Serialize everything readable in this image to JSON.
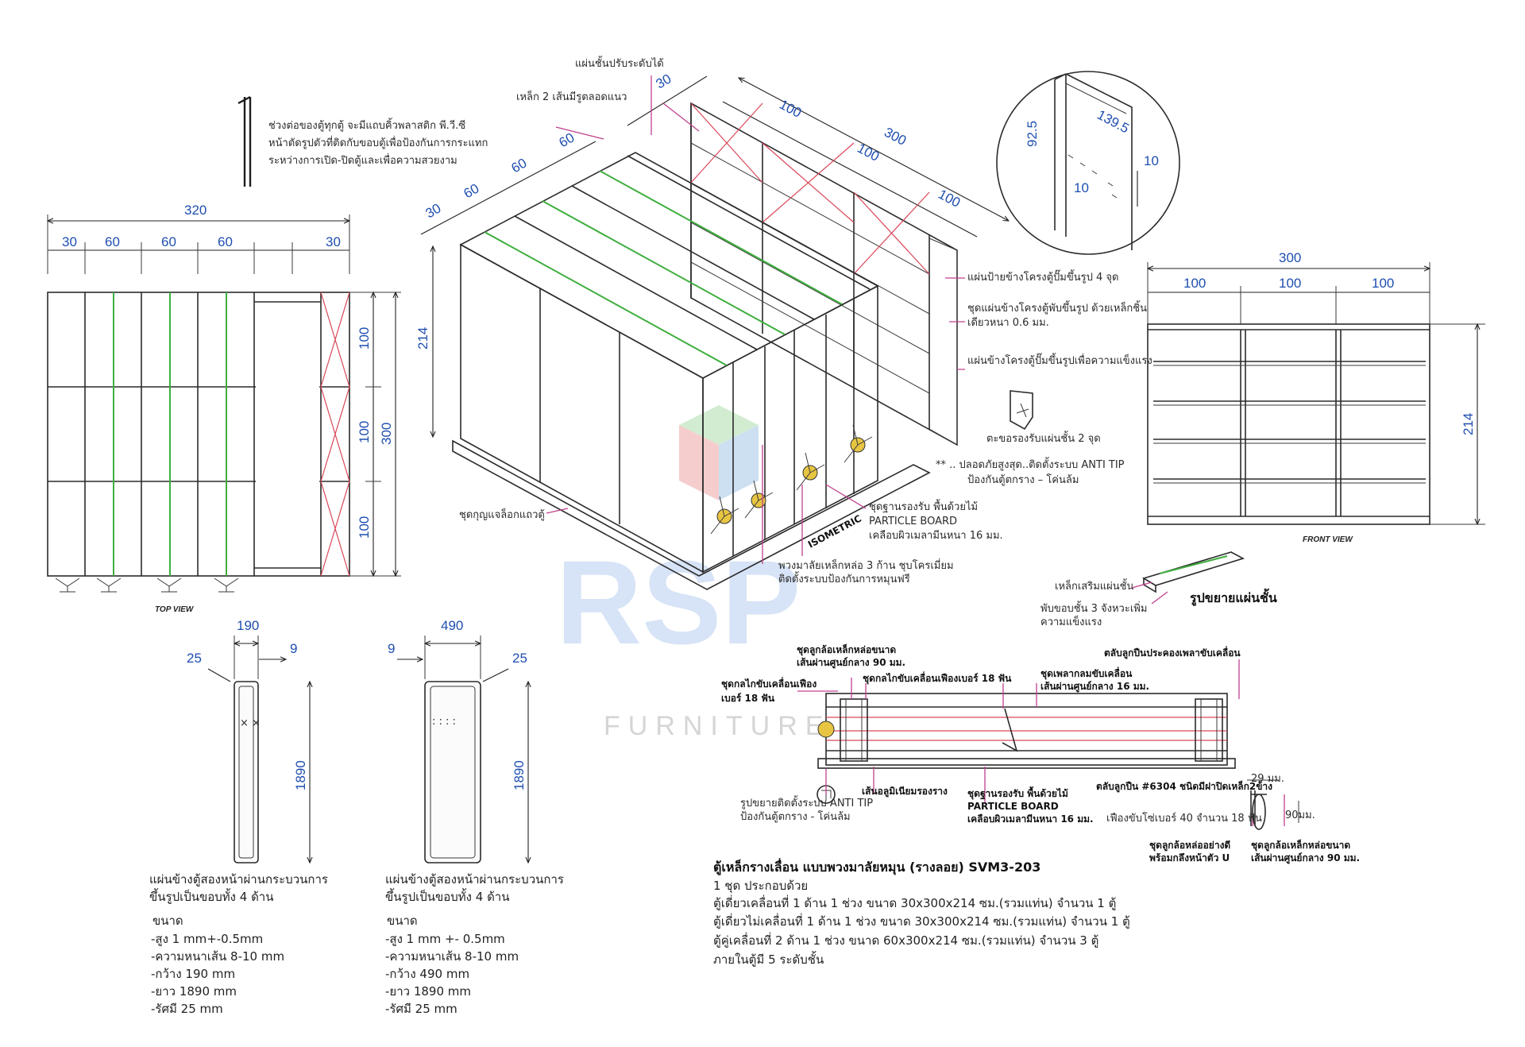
{
  "top_view": {
    "overall": "320",
    "segments": [
      "30",
      "60",
      "60",
      "60",
      "30"
    ],
    "rows": [
      "100",
      "100",
      "100"
    ],
    "depth": "300",
    "label": "TOP VIEW"
  },
  "isometric": {
    "dims_width": [
      "30",
      "60",
      "60",
      "60",
      "30"
    ],
    "dims_depth": [
      "100",
      "300",
      "100",
      "100"
    ],
    "height": "214",
    "label": "ISOMETRIC",
    "callouts": {
      "adjustable_shelf": "แผ่นชั้นปรับระดับได้",
      "two_steel": "เหล็ก 2 เส้นมีรูตลอดแนว",
      "pvc_line1": "ช่วงต่อของตู้ทุกตู้ จะมีแถบคิ้วพลาสติก พี.วี.ซี",
      "pvc_line2": "หน้าตัดรูปตัวที่ติดกับขอบตู้เพื่อป้องกันการกระแทก",
      "pvc_line3": "ระหว่างการเปิด-ปิดตู้และเพื่อความสวยงาม",
      "label_plate": "แผ่นป้ายข้างโครงตู้ปั๊มขึ้นรูป 4 จุด",
      "side_frame1": "ชุดแผ่นข้างโครงตู้พับขึ้นรูป ด้วยเหล็กชิ้น",
      "side_frame2": "เดียวหนา 0.6 มม.",
      "side_strength": "แผ่นข้างโครงตู้ปั๊มขึ้นรูปเพื่อความแข็งแรง",
      "shelf_hook": "ตะขอรองรับแผ่นชั้น 2 จุด",
      "anti_tip1": "** .. ปลอดภัยสูงสุด..ติดตั้งระบบ ANTI TIP",
      "anti_tip2": "ป้องกันตู้ตกราง – โค่นล้ม",
      "base1": "ชุดฐานรองรับ  พื้นด้วยไม้",
      "base2": "PARTICLE BOARD",
      "base3": "เคลือบผิวเมลามีนหนา  16  มม.",
      "lock": "ชุดกุญแจล็อกแถวตู้",
      "wheel1": "พวงมาลัยเหล็กหล่อ 3 ก้าน ชุบโครเมี่ยม",
      "wheel2": "ติดตั้งระบบป้องกันการหมุนฟรี"
    }
  },
  "detail": {
    "dims": [
      "139.5",
      "92.5",
      "10",
      "10"
    ]
  },
  "front_view": {
    "overall": "300",
    "bays": [
      "100",
      "100",
      "100"
    ],
    "height": "214",
    "label": "FRONT VIEW"
  },
  "shelf_detail": {
    "reinforce": "เหล็กเสริมแผ่นชั้น",
    "title": "รูปขยายแผ่นชั้น",
    "fold1": "พับขอบชั้น  3  จังหวะเพิ่ม",
    "fold2": "ความแข็งแรง"
  },
  "side_panels": [
    {
      "dims": [
        "190",
        "25",
        "9",
        "1890"
      ],
      "title1": "แผ่นข้างตู้สองหน้าผ่านกระบวนการ",
      "title2": "ขึ้นรูปเป็นขอบทั้ง 4 ด้าน",
      "size_label": "ขนาด",
      "specs": [
        "-สูง 1 mm+-0.5mm",
        "-ความหนาเส้น 8-10 mm",
        "-กว้าง 190 mm",
        "-ยาว 1890 mm",
        "-รัศมี 25 mm"
      ]
    },
    {
      "dims": [
        "490",
        "9",
        "25",
        "1890"
      ],
      "title1": "แผ่นข้างตู้สองหน้าผ่านกระบวนการ",
      "title2": "ขึ้นรูปเป็นขอบทั้ง 4 ด้าน",
      "size_label": "ขนาด",
      "specs": [
        "-สูง 1 mm +- 0.5mm",
        "-ความหนาเส้น 8-10 mm",
        "-กว้าง 490 mm",
        "-ยาว 1890 mm",
        "-รัศมี 25 mm"
      ]
    }
  ],
  "mechanism": {
    "cast_wheel1": "ชุดลูกล้อเหล็กหล่อขนาด",
    "cast_wheel2": "เส้นผ่านศูนย์กลาง 90 มม.",
    "drive_gear1": "ชุดกลไกขับเคลื่อนเฟือง",
    "drive_gear2": "เบอร์ 18 ฟัน",
    "drive_gear18": "ชุดกลไกขับเคลื่อนเฟืองเบอร์ 18 ฟัน",
    "shaft1": "ชุดเพลากลมขับเคลื่อน",
    "shaft2": "เส้นผ่านศูนย์กลาง 16 มม.",
    "bearing_shaft": "ตลับลูกปืนประคองเพลาขับเคลื่อน",
    "anti_tip1": "รูปขยายติดตั้งระบบ ANTI TIP",
    "anti_tip2": "ป้องกันตู้ตกราง - โค่นล้ม",
    "rail": "เส้นอลูมิเนียมรองราง",
    "base1": "ชุดฐานรองรับ  พื้นด้วยไม้",
    "base2": "PARTICLE BOARD",
    "base3": "เคลือบผิวเมลามีนหนา 16 มม.",
    "bearing6304": "ตลับลูกปืน #6304  ชนิดมีฝาปิดเหล็ก2ข้าง",
    "chain_gear": "เฟืองขับโซ่เบอร์ 40 จำนวน 18 ฟัน",
    "u_wheel1": "ชุดลูกล้อหล่ออย่างดี",
    "u_wheel2": "พร้อมกลึงหน้าตัว U",
    "cast_wheel90_1": "ชุดลูกล้อเหล็กหล่อขนาด",
    "cast_wheel90_2": "เส้นผ่านศูนย์กลาง 90 มม.",
    "dim29": "29 มม.",
    "dim90": "90มม."
  },
  "product": {
    "title": "ตู้เหล็กรางเลื่อน แบบพวงมาลัยหมุน (รางลอย) SVM3-203",
    "lines": [
      "1 ชุด ประกอบด้วย",
      "ตู้เดี่ยวเคลื่อนที่ 1 ด้าน 1 ช่วง ขนาด 30x300x214 ซม.(รวมแท่น) จำนวน 1 ตู้",
      "ตู้เดี่ยวไม่เคลื่อนที่ 1 ด้าน 1 ช่วง ขนาด 30x300x214 ซม.(รวมแท่น) จำนวน  1 ตู้",
      "ตู้คู่เคลื่อนที่ 2 ด้าน 1 ช่วง ขนาด 60x300x214 ซม.(รวมแท่น) จำนวน 3 ตู้",
      "ภายในตู้มี 5 ระดับชั้น"
    ]
  },
  "watermark": {
    "brand": "RSP",
    "sub": "FURNITURE"
  },
  "colors": {
    "dimension": "#1f4fb0",
    "green_seam": "#3fae3f",
    "red_cross": "#d9475a",
    "leader": "#c0408f"
  }
}
